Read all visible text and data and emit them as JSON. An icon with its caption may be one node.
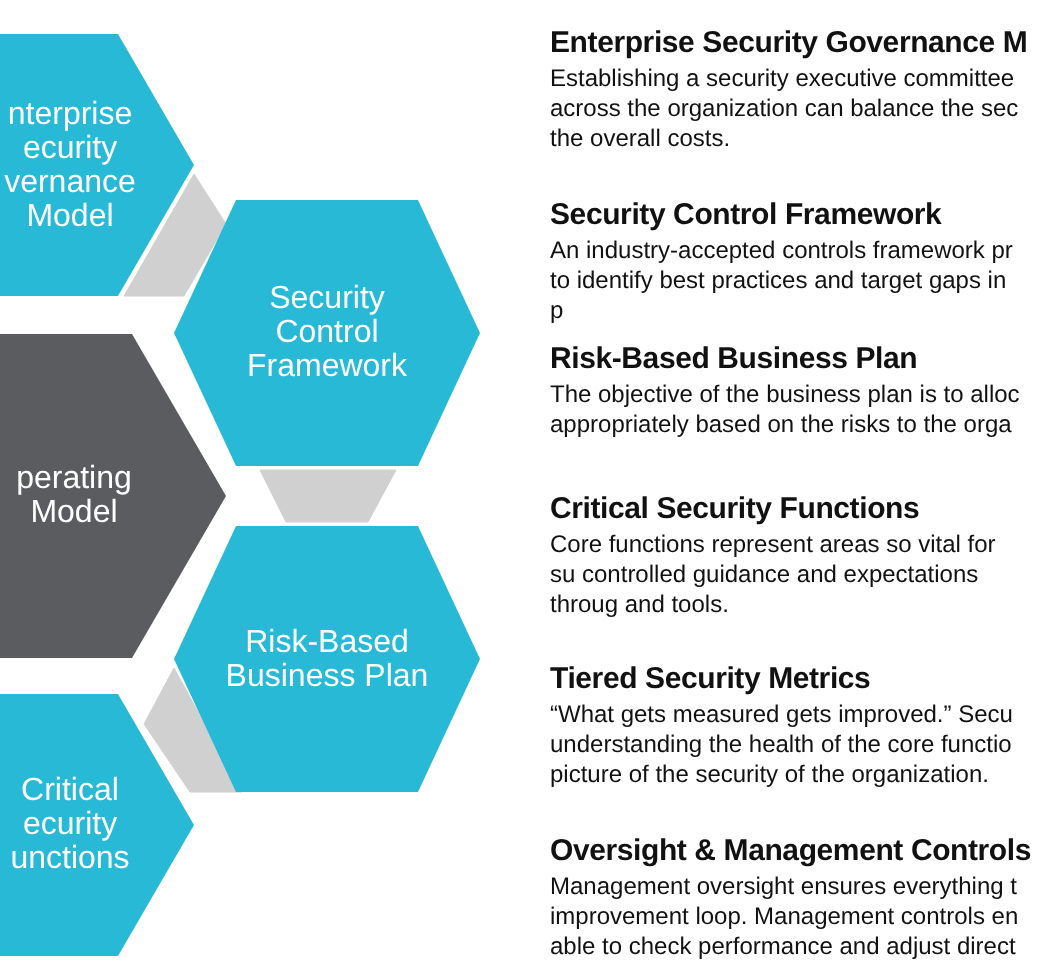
{
  "diagram": {
    "nodes": [
      {
        "text": [
          "nterprise ecurity vernance Model"
        ]
      },
      {
        "text": [
          "Security Control Framework"
        ]
      },
      {
        "text": [
          "perating Model"
        ]
      },
      {
        "text": [
          "Risk-Based Business Plan"
        ]
      },
      {
        "text": [
          "Critical ecurity unctions"
        ]
      }
    ],
    "edges": [
      {
        "from": 0,
        "to": 1,
        "arrow": "none"
      },
      {
        "from": 1,
        "to": 3,
        "arrow": "none"
      },
      {
        "from": 3,
        "to": 4,
        "arrow": "none"
      }
    ],
    "labels": [
      "Enterprise Security Governance M",
      "Establishing a security executive committee across the organization can balance the sec the overall costs.",
      "Security Control Framework",
      "An industry-accepted controls framework pr to identify best practices and target gaps in p",
      "Risk-Based Business Plan",
      "The objective of the business plan is to alloc appropriately based on the risks to the orga",
      "Critical Security Functions",
      "Core functions represent areas so vital for su controlled guidance and expectations throug and tools.",
      "Tiered Security Metrics",
      "“What gets measured gets improved.” Secu understanding the health of the core functio picture of the security of the organization.",
      "Oversight & Management Controls",
      "Management oversight ensures everything t improvement loop. Management controls en able to check performance and adjust direct"
    ]
  }
}
